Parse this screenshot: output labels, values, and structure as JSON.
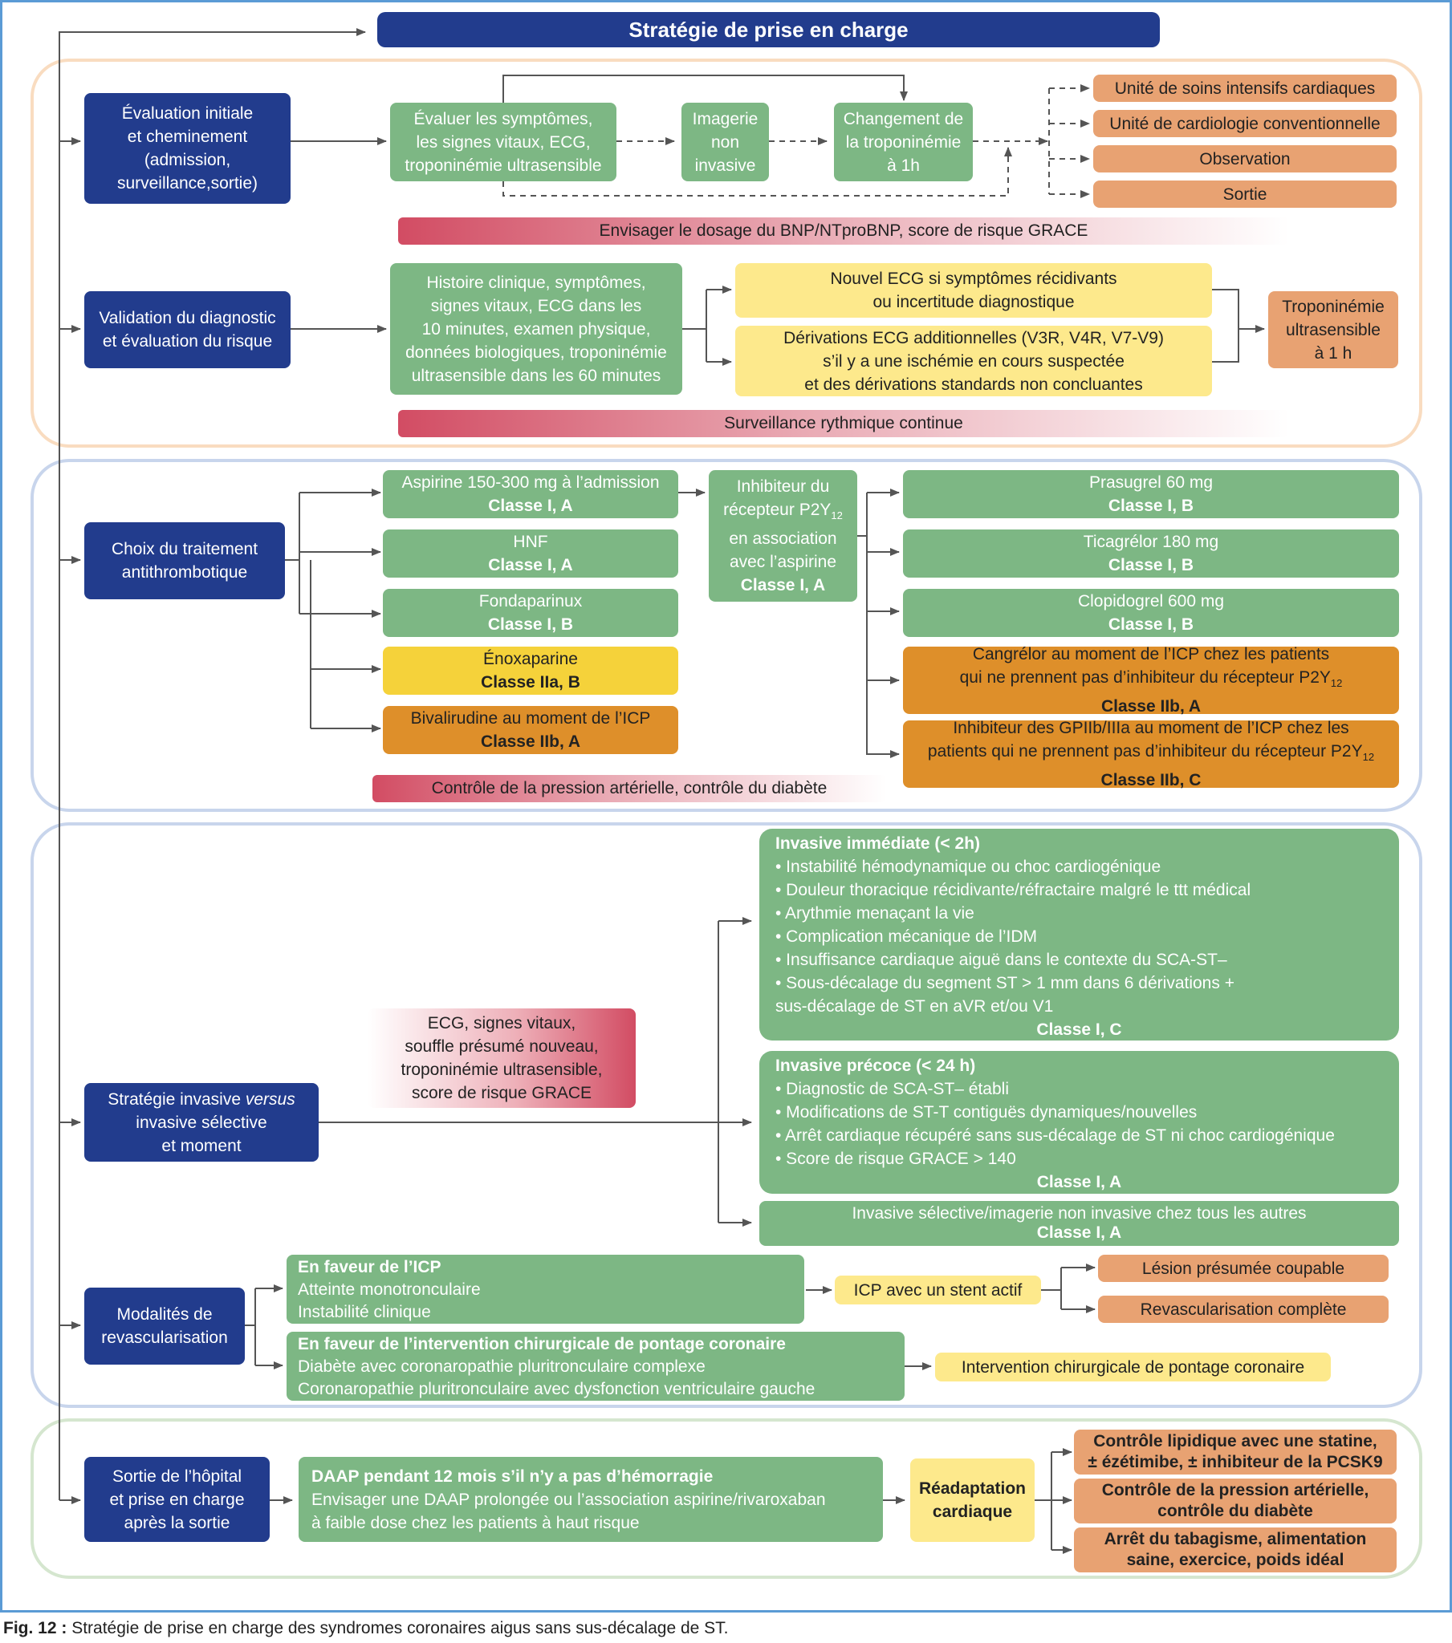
{
  "title": "Stratégie de prise en charge",
  "caption": {
    "label": "Fig. 12 :",
    "text": " Stratégie de prise en charge des syndromes coronaires aigus sans sus-décalage de ST."
  },
  "colors": {
    "navy": "#223c8d",
    "green": "#7db784",
    "yellow": "#fde98c",
    "orange": "#de8f2a",
    "peach": "#e8a272",
    "red_gradient": "#d24c63"
  },
  "section1": {
    "evaluation": [
      "Évaluation initiale",
      "et cheminement",
      "(admission,",
      "surveillance,sortie)"
    ],
    "evaluate_symptoms": [
      "Évaluer les symptômes,",
      "les signes vitaux, ECG,",
      "troponinémie ultrasensible"
    ],
    "imaging": [
      "Imagerie",
      "non",
      "invasive"
    ],
    "troponin_change": [
      "Changement de",
      "la troponinémie",
      "à 1h"
    ],
    "destinations": [
      "Unité de soins intensifs cardiaques",
      "Unité de cardiologie conventionnelle",
      "Observation",
      "Sortie"
    ],
    "bnp_bar": "Envisager le dosage du BNP/NTproBNP, score de risque GRACE",
    "validation": [
      "Validation du diagnostic",
      "et évaluation du risque"
    ],
    "history": [
      "Histoire clinique, symptômes,",
      "signes vitaux, ECG dans les",
      "10 minutes, examen physique,",
      "données biologiques, troponinémie",
      "ultrasensible dans les 60 minutes"
    ],
    "new_ecg": [
      "Nouvel ECG si symptômes récidivants",
      "ou incertitude diagnostique"
    ],
    "extra_leads": [
      "Dérivations ECG additionnelles (V3R, V4R, V7-V9)",
      "s’il y a une ischémie en cours suspectée",
      "et des dérivations standards non concluantes"
    ],
    "troponin_1h": [
      "Troponinémie",
      "ultrasensible",
      "à 1 h"
    ],
    "rhythm_bar": "Surveillance rythmique continue"
  },
  "section2": {
    "choice": [
      "Choix du traitement",
      "antithrombotique"
    ],
    "aspirin": {
      "name": "Aspirine 150-300 mg à l’admission",
      "cls": "Classe I, A"
    },
    "hnf": {
      "name": "HNF",
      "cls": "Classe I, A"
    },
    "fonda": {
      "name": "Fondaparinux",
      "cls": "Classe I, B"
    },
    "enox": {
      "name": "Énoxaparine",
      "cls": "Classe IIa, B"
    },
    "bival": {
      "name": "Bivalirudine au moment de l’ICP",
      "cls": "Classe IIb, A"
    },
    "p2y12": {
      "l1": "Inhibiteur du",
      "l2a": "récepteur P2Y",
      "sub": "12",
      "l3": "en association",
      "l4": "avec l’aspirine",
      "cls": "Classe I, A"
    },
    "prasugrel": {
      "name": "Prasugrel 60 mg",
      "cls": "Classe I, B"
    },
    "ticagrelor": {
      "name": "Ticagrélor 180 mg",
      "cls": "Classe I, B"
    },
    "clopidogrel": {
      "name": "Clopidogrel 600 mg",
      "cls": "Classe I, B"
    },
    "cangrelor": {
      "l1": "Cangrélor au moment de l’ICP chez les patients",
      "l2": "qui ne prennent pas d’inhibiteur du récepteur P2Y",
      "sub": "12",
      "cls": "Classe IIb, A"
    },
    "gpiib": {
      "l1": "Inhibiteur des GPIIb/IIIa au moment de l’ICP chez les",
      "l2": "patients qui ne prennent pas d’inhibiteur du récepteur P2Y",
      "sub": "12",
      "cls": "Classe IIb, C"
    },
    "bp_bar": "Contrôle de la pression artérielle, contrôle du diabète"
  },
  "section3": {
    "strategy": {
      "a": "Stratégie invasive ",
      "i": "versus",
      "l2": "invasive sélective",
      "l3": "et moment"
    },
    "ecg_box": [
      "ECG, signes vitaux,",
      "souffle présumé nouveau,",
      "troponinémie ultrasensible,",
      "score de risque GRACE"
    ],
    "immediate": {
      "head": "Invasive immédiate (< 2h)",
      "items": [
        "• Instabilité hémodynamique ou choc cardiogénique",
        "• Douleur thoracique récidivante/réfractaire malgré le ttt médical",
        "• Arythmie menaçant la vie",
        "• Complication mécanique de l’IDM",
        "• Insuffisance cardiaque aiguë dans le contexte du SCA-ST–",
        "• Sous-décalage du segment ST > 1 mm dans 6 dérivations +",
        "sus-décalage de ST en aVR et/ou V1"
      ],
      "cls": "Classe I, C"
    },
    "early": {
      "head": "Invasive précoce (< 24 h)",
      "items": [
        "• Diagnostic de SCA-ST– établi",
        "• Modifications de ST-T contiguës dynamiques/nouvelles",
        "• Arrêt cardiaque récupéré sans sus-décalage de ST ni choc cardiogénique",
        "• Score de risque GRACE > 140"
      ],
      "cls": "Classe I, A"
    },
    "selective": {
      "name": "Invasive sélective/imagerie non invasive chez tous les autres",
      "cls": "Classe I, A"
    },
    "modalities": [
      "Modalités de",
      "revascularisation"
    ],
    "icp_favour": {
      "head": "En faveur de l’ICP",
      "items": [
        "Atteinte monotronculaire",
        "Instabilité clinique"
      ]
    },
    "icp_stent": "ICP avec un stent actif",
    "lesion": "Lésion présumée coupable",
    "complete": "Revascularisation complète",
    "cabg_favour": {
      "head": "En faveur de l’intervention chirurgicale de pontage coronaire",
      "items": [
        "Diabète avec coronaropathie pluritronculaire complexe",
        "Coronaropathie pluritronculaire avec dysfonction ventriculaire gauche"
      ]
    },
    "cabg": "Intervention chirurgicale de pontage coronaire"
  },
  "section4": {
    "discharge": [
      "Sortie de l’hôpital",
      "et prise en charge",
      "après la sortie"
    ],
    "daap": {
      "head": "DAAP pendant 12 mois s’il n’y a pas d’hémorragie",
      "items": [
        "Envisager une DAAP prolongée ou l’association aspirine/rivaroxaban",
        "à faible dose chez les patients à haut risque"
      ]
    },
    "rehab": [
      "Réadaptation",
      "cardiaque"
    ],
    "lipid": [
      "Contrôle lipidique avec une statine,",
      "± ézétimibe, ± inhibiteur de la PCSK9"
    ],
    "bp": [
      "Contrôle de la pression artérielle,",
      "contrôle du diabète"
    ],
    "tobacco": [
      "Arrêt du tabagisme, alimentation",
      "saine, exercice, poids idéal"
    ]
  }
}
